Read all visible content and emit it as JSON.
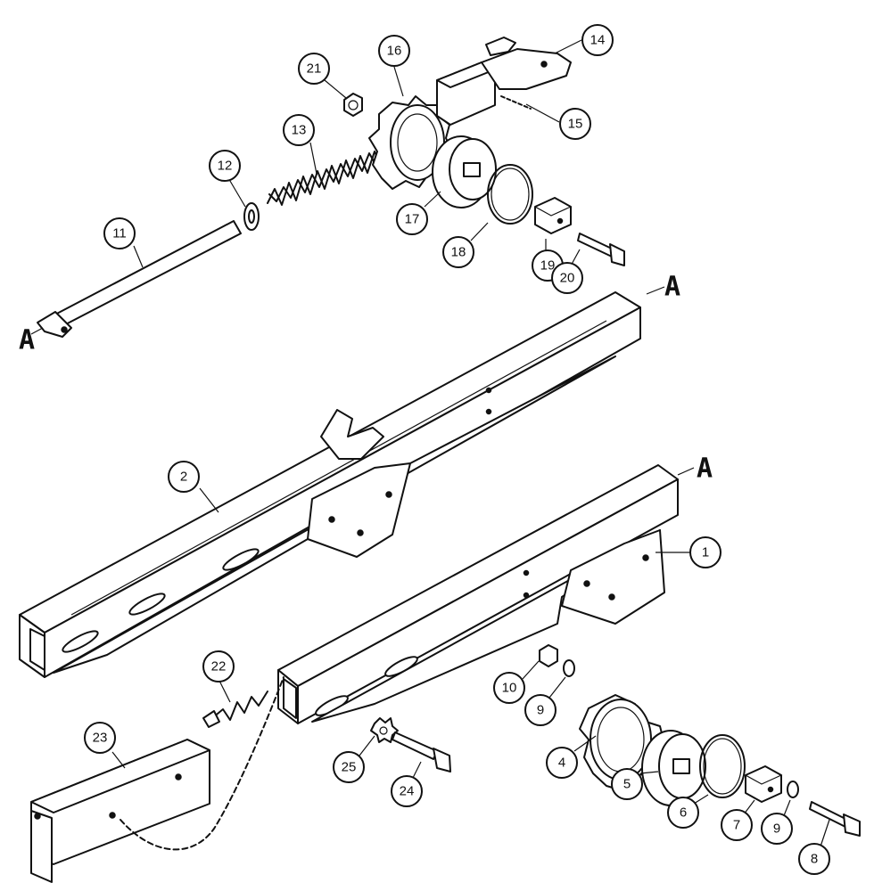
{
  "callouts": {
    "c1": "1",
    "c2": "2",
    "c4": "4",
    "c5": "5",
    "c6": "6",
    "c7": "7",
    "c8": "8",
    "c9a": "9",
    "c9b": "9",
    "c10": "10",
    "c11": "11",
    "c12": "12",
    "c13": "13",
    "c14": "14",
    "c15": "15",
    "c16": "16",
    "c17": "17",
    "c18": "18",
    "c19": "19",
    "c20": "20",
    "c21": "21",
    "c22": "22",
    "c23": "23",
    "c24": "24",
    "c25": "25"
  },
  "connectors": {
    "a_shaft": "A",
    "a_upper": "A",
    "a_lower": "A"
  }
}
